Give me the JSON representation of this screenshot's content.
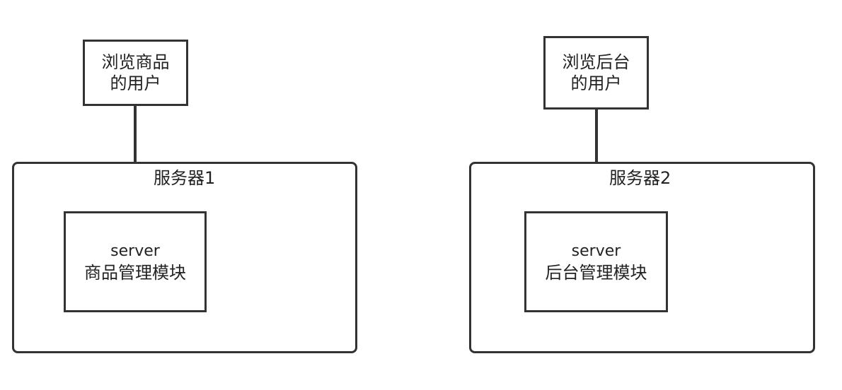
{
  "diagram": {
    "left": {
      "user_box": {
        "line1": "浏览商品",
        "line2": "的用户"
      },
      "server_container": {
        "title": "服务器1"
      },
      "module_box": {
        "line1": "server",
        "line2": "商品管理模块"
      }
    },
    "right": {
      "user_box": {
        "line1": "浏览后台",
        "line2": "的用户"
      },
      "server_container": {
        "title": "服务器2"
      },
      "module_box": {
        "line1": "server",
        "line2": "后台管理模块"
      }
    }
  }
}
